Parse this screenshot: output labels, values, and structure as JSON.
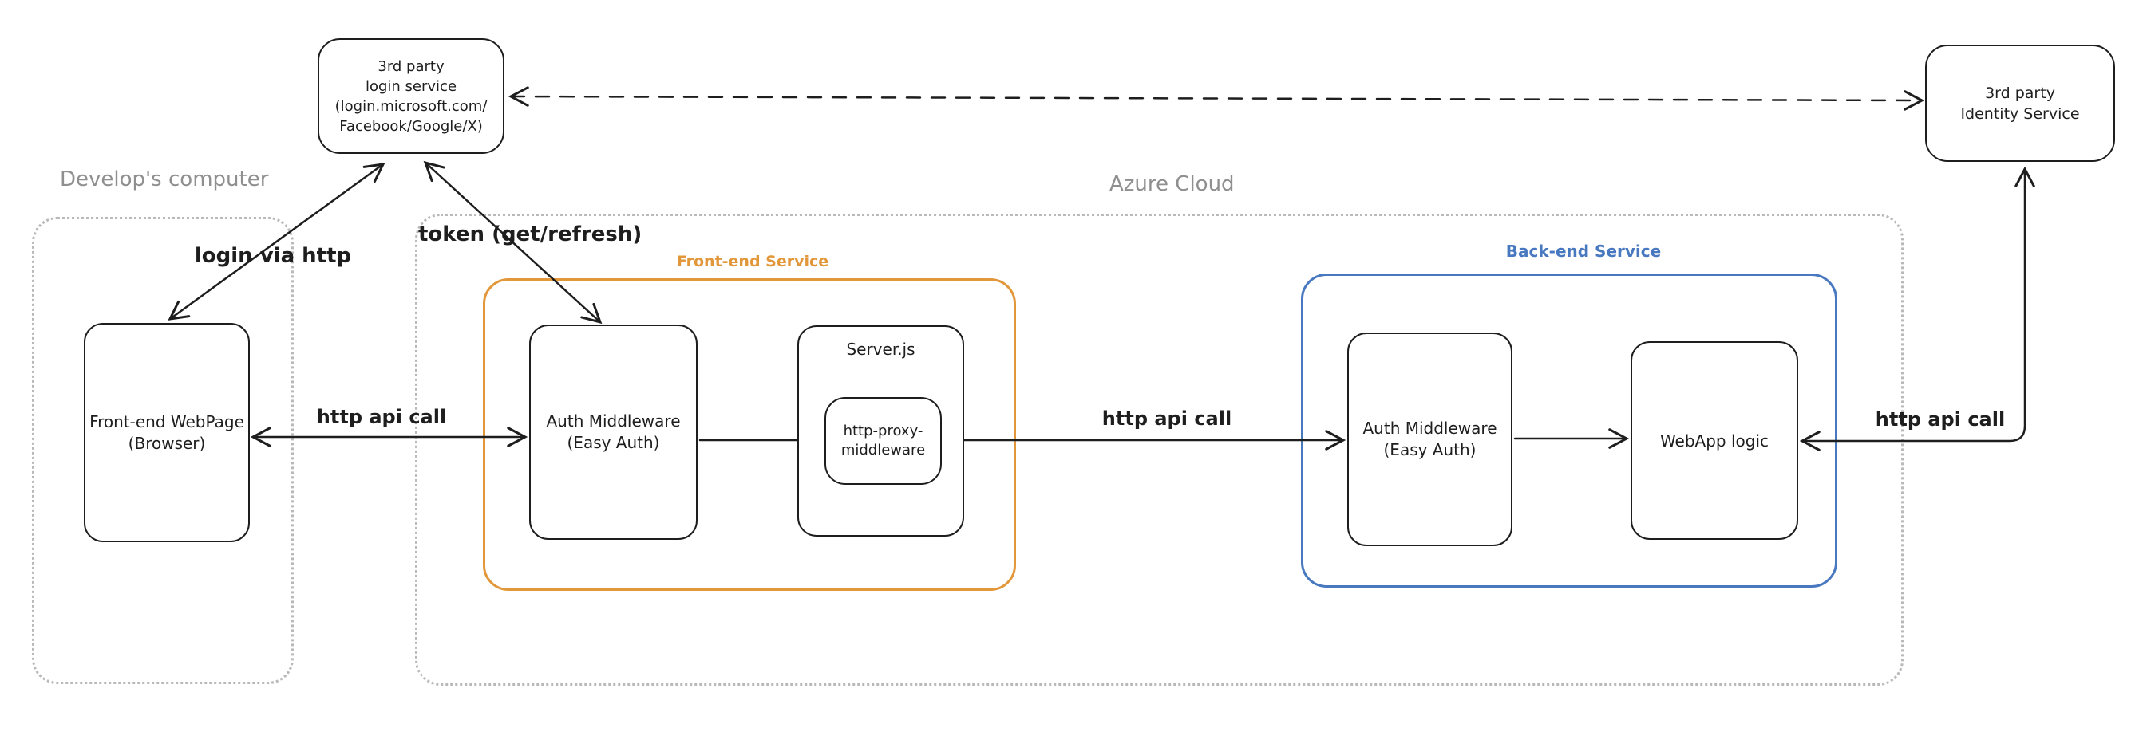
{
  "diagram": {
    "containers": {
      "developers_computer": {
        "label": "Develop's computer"
      },
      "azure_cloud": {
        "label": "Azure Cloud"
      },
      "frontend_service": {
        "label": "Front-end Service"
      },
      "backend_service": {
        "label": "Back-end Service"
      }
    },
    "nodes": {
      "login_service": {
        "lines": [
          "3rd party",
          "login service",
          "(login.microsoft.com/",
          "Facebook/Google/X)"
        ]
      },
      "identity_service": {
        "lines": [
          "3rd party",
          "Identity Service"
        ]
      },
      "frontend_webpage": {
        "lines": [
          "Front-end WebPage",
          "(Browser)"
        ]
      },
      "frontend_auth_middleware": {
        "lines": [
          "Auth Middleware",
          "(Easy Auth)"
        ]
      },
      "serverjs": {
        "title": "Server.js"
      },
      "http_proxy_middleware": {
        "lines": [
          "http-proxy-",
          "middleware"
        ]
      },
      "backend_auth_middleware": {
        "lines": [
          "Auth Middleware",
          "(Easy Auth)"
        ]
      },
      "webapp_logic": {
        "lines": [
          "WebApp logic"
        ]
      }
    },
    "edge_labels": {
      "login_via_http": "login via http",
      "token_get_refresh": "token (get/refresh)",
      "http_api_call_left": "http api call",
      "http_api_call_mid": "http api call",
      "http_api_call_right": "http api call"
    },
    "colors": {
      "stroke": "#1e1e1e",
      "container_dotted": "#b9b9b9",
      "gray_label": "#8f8f8f",
      "frontend_service_orange": "#e2973b",
      "backend_service_blue": "#4878c0",
      "background": "#ffffff"
    }
  }
}
